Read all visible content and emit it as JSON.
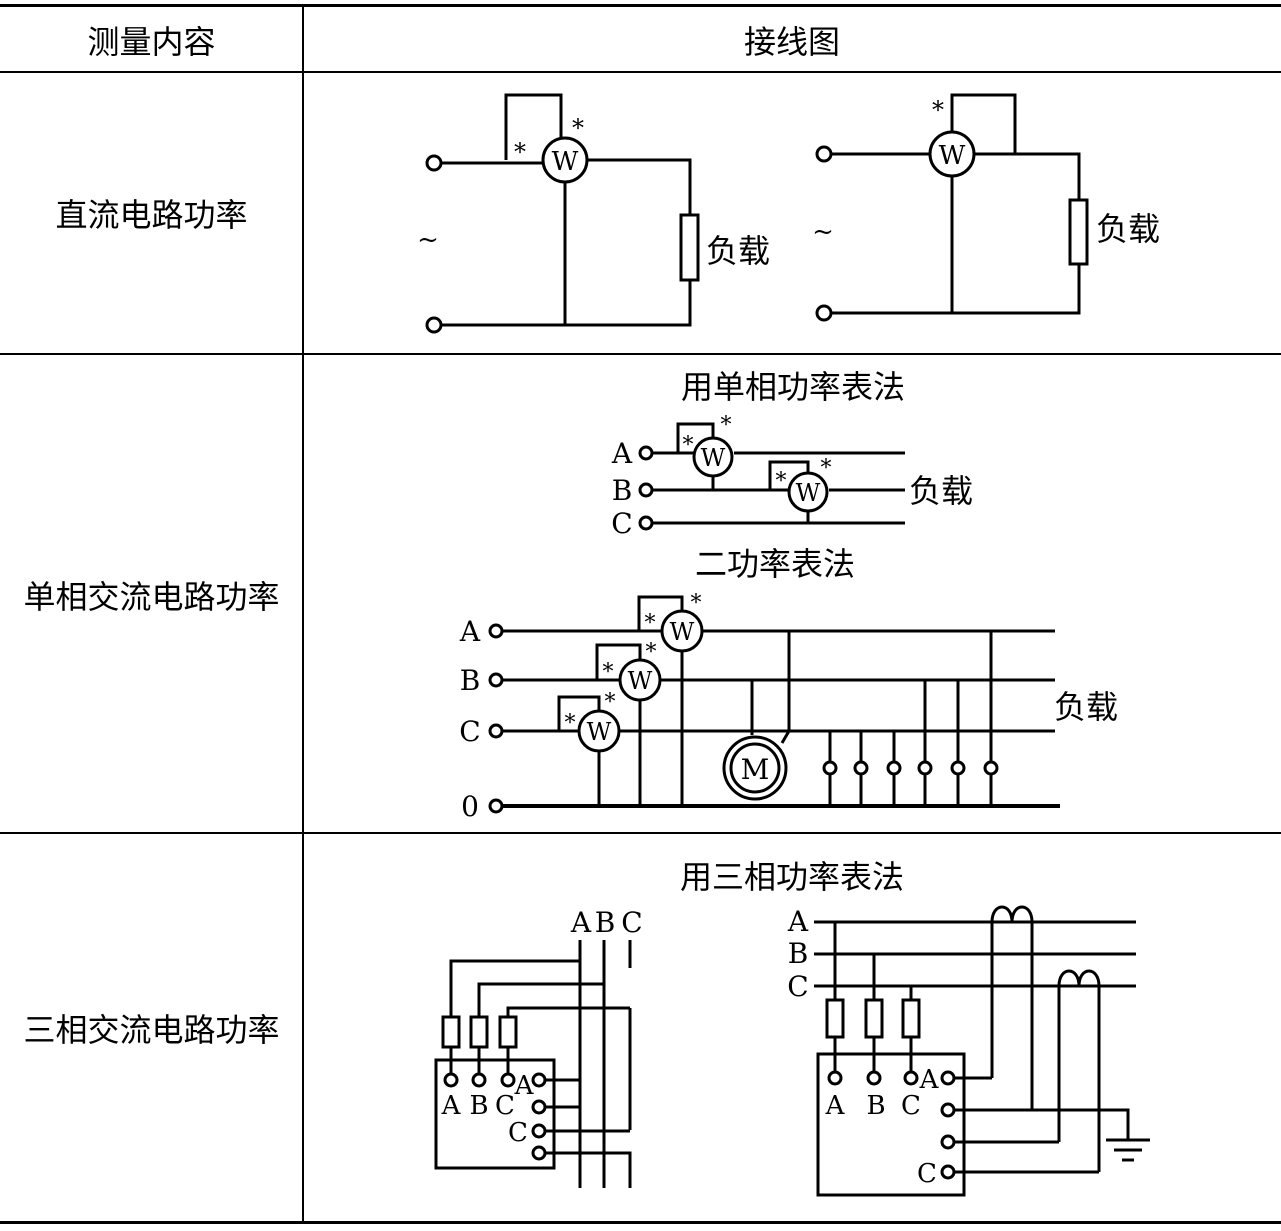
{
  "table": {
    "header": {
      "col1": "测量内容",
      "col2": "接线图"
    },
    "rows": [
      {
        "label": "直流电路功率"
      },
      {
        "label": "单相交流电路功率"
      },
      {
        "label": "三相交流电路功率"
      }
    ]
  },
  "dc": {
    "source_symbol": "~",
    "load_label": "负载",
    "meter_symbol": "W",
    "mark": "*"
  },
  "single_phase": {
    "method1_title": "用单相功率表法",
    "method2_title": "二功率表法",
    "load_label": "负载",
    "phases_a": [
      "A",
      "B",
      "C"
    ],
    "phases_b": [
      "A",
      "B",
      "C",
      "0"
    ],
    "motor_symbol": "M",
    "meter_symbol": "W",
    "mark": "*"
  },
  "three_phase": {
    "title": "用三相功率表法",
    "bus_labels": [
      "A",
      "B",
      "C"
    ],
    "terminal_labels": [
      "A",
      "B",
      "C"
    ],
    "right_terminal_a": "A",
    "right_terminal_c": "C"
  }
}
